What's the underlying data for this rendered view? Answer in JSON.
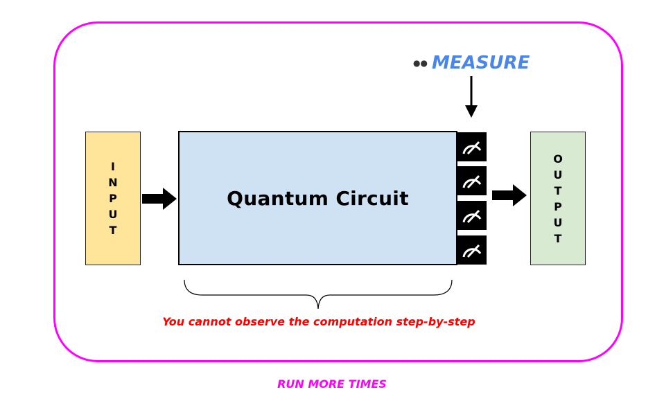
{
  "input": {
    "letters": [
      "I",
      "N",
      "P",
      "U",
      "T"
    ]
  },
  "output": {
    "letters": [
      "O",
      "U",
      "T",
      "P",
      "U",
      "T"
    ]
  },
  "circuit": {
    "title": "Quantum Circuit"
  },
  "measure": {
    "icon": "eyes-icon",
    "label": "MEASURE"
  },
  "caption": "You cannot observe the computation step-by-step",
  "footer": "RUN MORE TIMES",
  "meters": {
    "count": 4,
    "icon": "measurement-gauge-icon"
  },
  "colors": {
    "frame": "#ff00ff",
    "input_fill": "#ffe599",
    "output_fill": "#d9ead3",
    "circuit_fill": "#cfe2f3",
    "measure_text": "#4a86e8",
    "caption_text": "#ff0000",
    "footer_text": "#ff00ff"
  }
}
